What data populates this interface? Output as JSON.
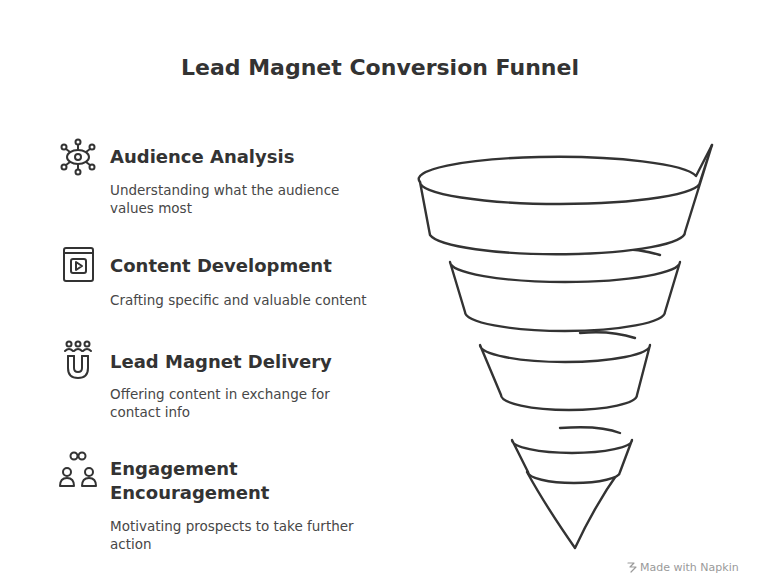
{
  "diagram": {
    "title": "Lead Magnet Conversion Funnel",
    "labels": [
      "Audience Analysis",
      "Understanding what the audience values most",
      "Content Development",
      "Crafting specific and valuable content",
      "Lead Magnet Delivery",
      "Offering content in exchange for contact info",
      "Engagement Encouragement",
      "Motivating prospects to take further action",
      "Made with Napkin"
    ]
  }
}
